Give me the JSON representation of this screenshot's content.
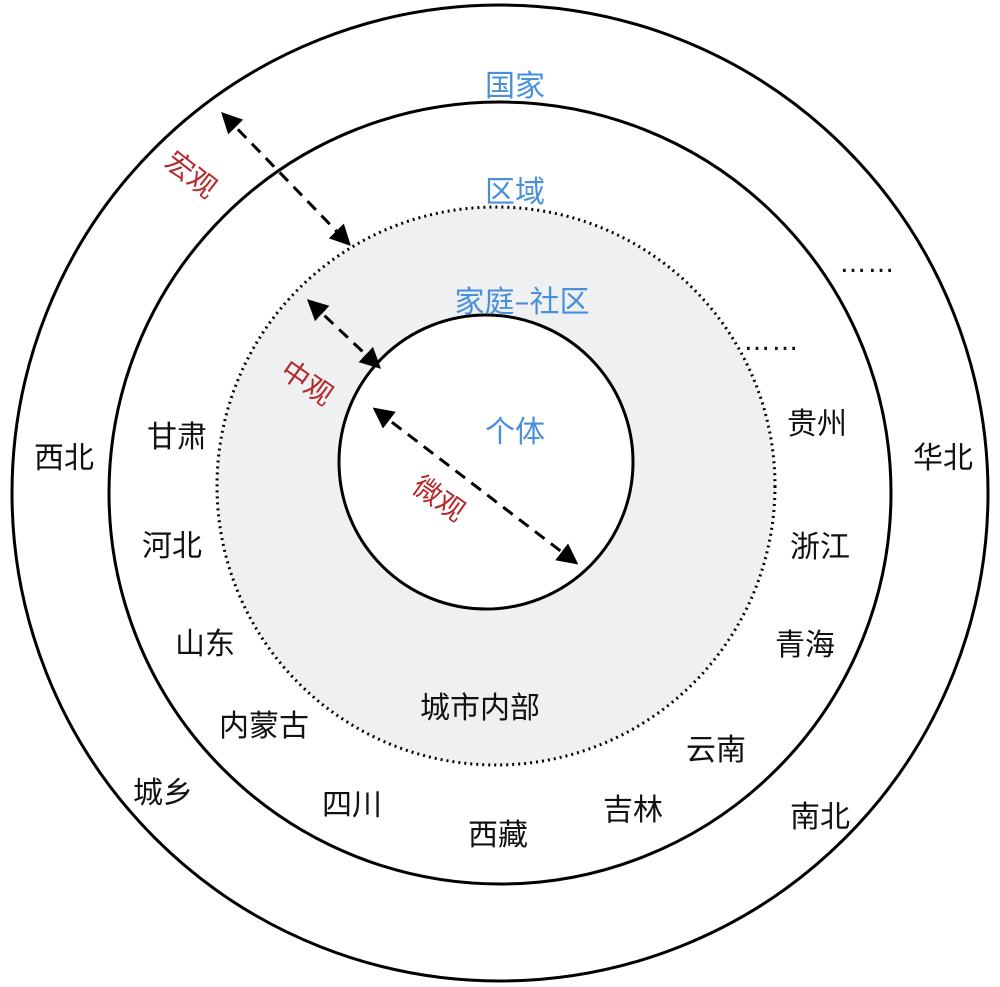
{
  "colors": {
    "stroke": "#000000",
    "level_text": "#4a90d9",
    "scale_text": "#b5282c",
    "place_text": "#111111",
    "band_fill": "#eef0f1"
  },
  "levels": {
    "outer": "国家",
    "second": "区域",
    "third": "家庭–社区",
    "inner": "个体",
    "city": "城市内部"
  },
  "scales": {
    "macro": "宏观",
    "meso": "中观",
    "micro": "微观"
  },
  "outer_ring": {
    "left": "西北",
    "right": "华北",
    "bottom_left": "城乡",
    "bottom_right": "南北",
    "ellipsis": "……"
  },
  "middle_ring": {
    "gansu": "甘肃",
    "hebei": "河北",
    "shandong": "山东",
    "neimenggu": "内蒙古",
    "sichuan": "四川",
    "xizang": "西藏",
    "jilin": "吉林",
    "yunnan": "云南",
    "qinghai": "青海",
    "zhejiang": "浙江",
    "guizhou": "贵州",
    "ellipsis": "……"
  }
}
